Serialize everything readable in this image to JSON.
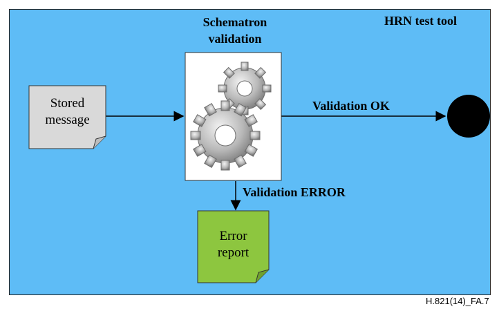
{
  "diagram": {
    "tool_label": "HRN test tool",
    "process_title_line1": "Schematron",
    "process_title_line2": "validation",
    "input_doc_line1": "Stored",
    "input_doc_line2": "message",
    "ok_label": "Validation OK",
    "error_label": "Validation ERROR",
    "output_doc_line1": "Error",
    "output_doc_line2": "report",
    "figure_ref": "H.821(14)_FA.7"
  },
  "colors": {
    "background": "#5ebcf6",
    "input_doc_fill": "#d9d9d9",
    "output_doc_fill": "#8dc63f",
    "end_node": "#000000"
  },
  "icons": [
    "gears-icon",
    "end-node-icon",
    "arrow-icon"
  ]
}
